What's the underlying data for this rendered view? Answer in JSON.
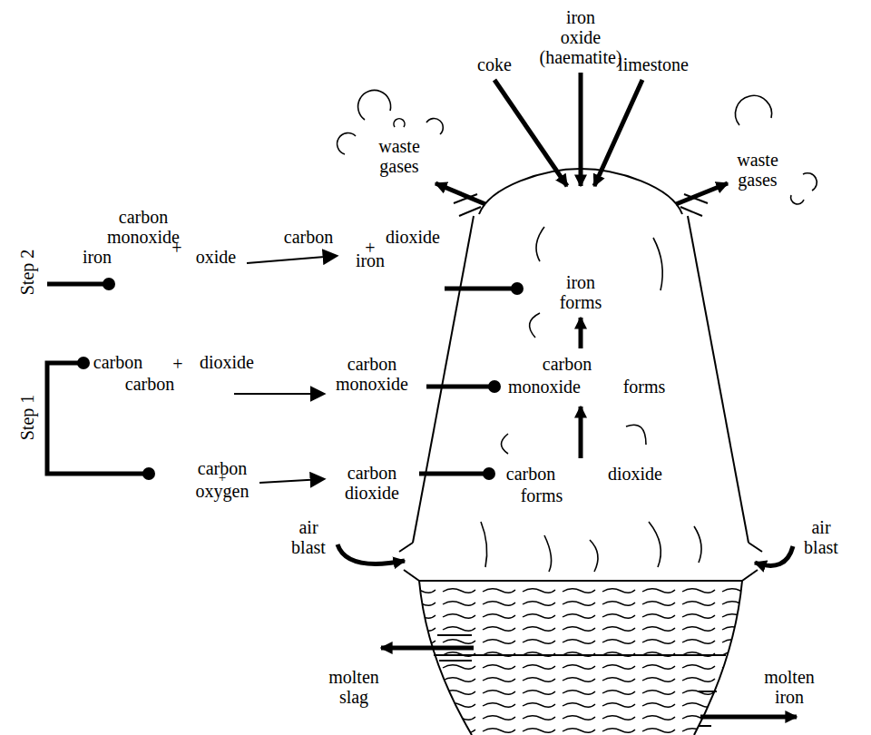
{
  "diagram": {
    "labels": [
      "iron oxide (haematite)",
      "coke",
      "limestone",
      "waste gases",
      "waste gases",
      "Step 2",
      "carbon",
      "monoxide",
      "iron",
      "+",
      "oxide",
      "carbon",
      "+",
      "dioxide",
      "iron",
      "iron forms",
      "carbon",
      "+",
      "dioxide",
      "carbon",
      "carbon monoxide",
      "carbon",
      "monoxide",
      "forms",
      "carbon",
      "+",
      "oxygen",
      "carbon dioxide",
      "carbon",
      "dioxide",
      "forms",
      "Step 1",
      "air blast",
      "air blast",
      "molten slag",
      "molten iron"
    ]
  }
}
